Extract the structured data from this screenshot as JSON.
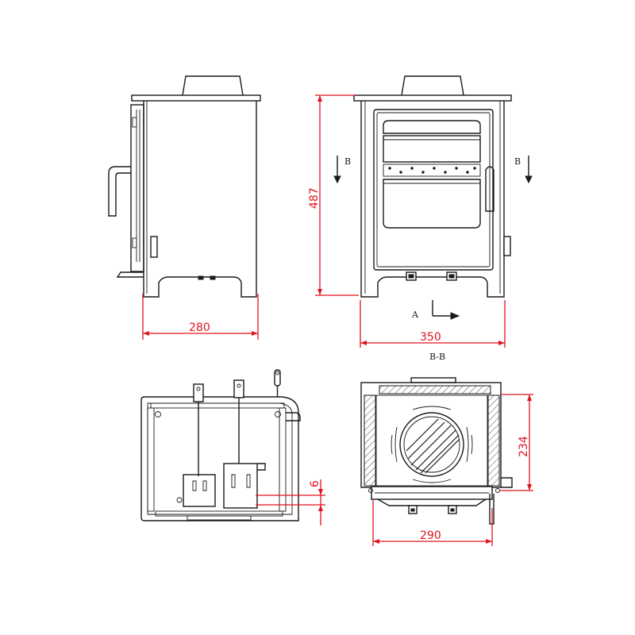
{
  "dimensions": {
    "side_depth": "280",
    "front_height": "487",
    "front_width": "350",
    "section_width": "290",
    "section_depth": "234",
    "plan_offset": "6"
  },
  "labels": {
    "section_marker_left": "B",
    "section_marker_right": "B",
    "view_arrow": "A",
    "section_title": "B-B"
  },
  "colors": {
    "outline": "#1a1a1a",
    "dimension": "#e0141e",
    "background": "#ffffff"
  }
}
